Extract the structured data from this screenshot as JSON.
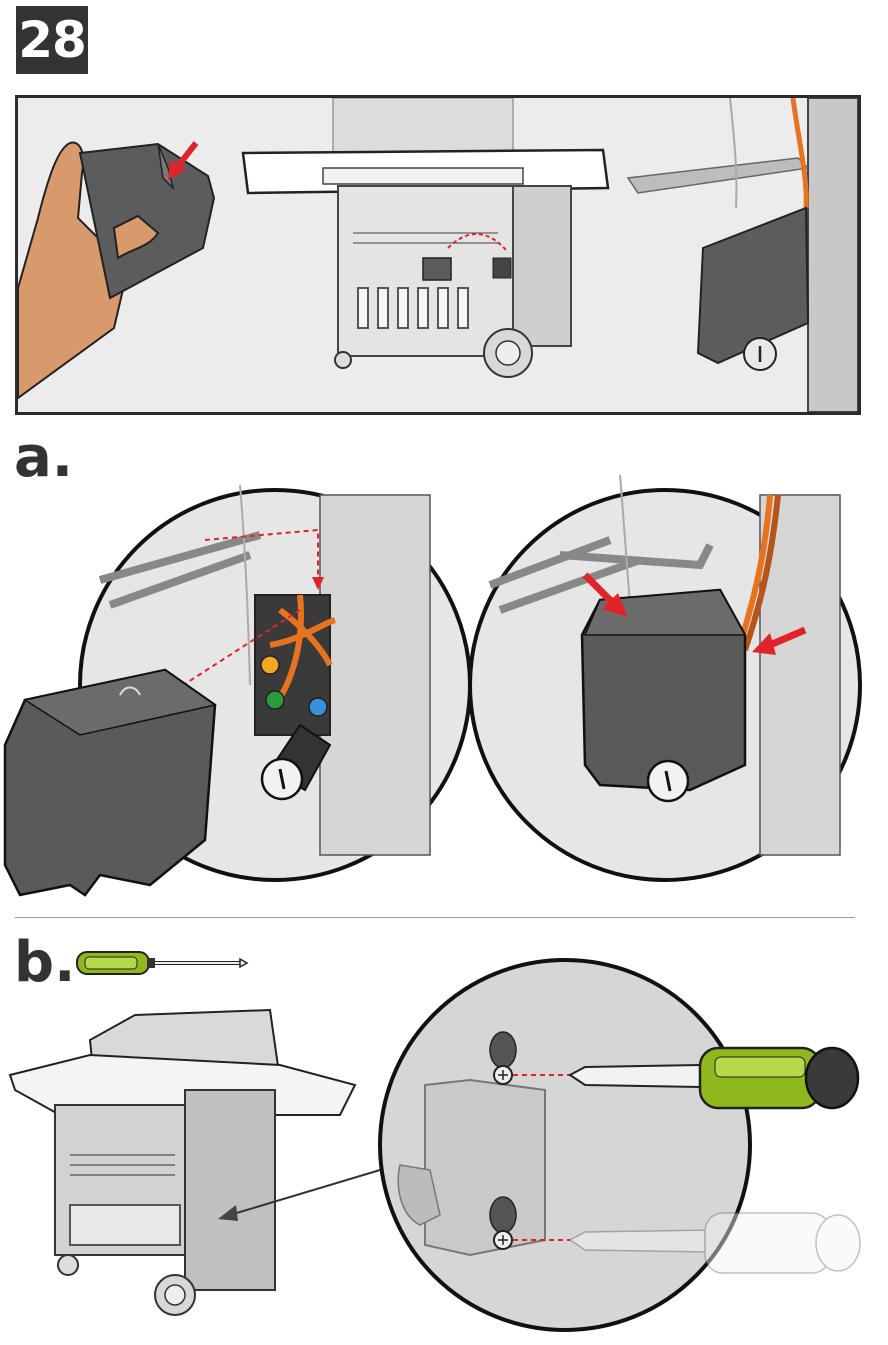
{
  "step": {
    "number": "28"
  },
  "substeps": [
    {
      "label": "a."
    },
    {
      "label": "b."
    }
  ],
  "colors": {
    "badge": "#333333",
    "arrow_red": "#e0242a",
    "cover_gray": "#5c5c5c",
    "wire_orange": "#e8731e",
    "screwdriver_green": "#8fb81f",
    "skin": "#d89a6c",
    "panel_bg": "#ececec"
  },
  "icons": [
    "screwdriver-icon",
    "red-arrow-icon",
    "knob-icon",
    "screw-icon"
  ]
}
